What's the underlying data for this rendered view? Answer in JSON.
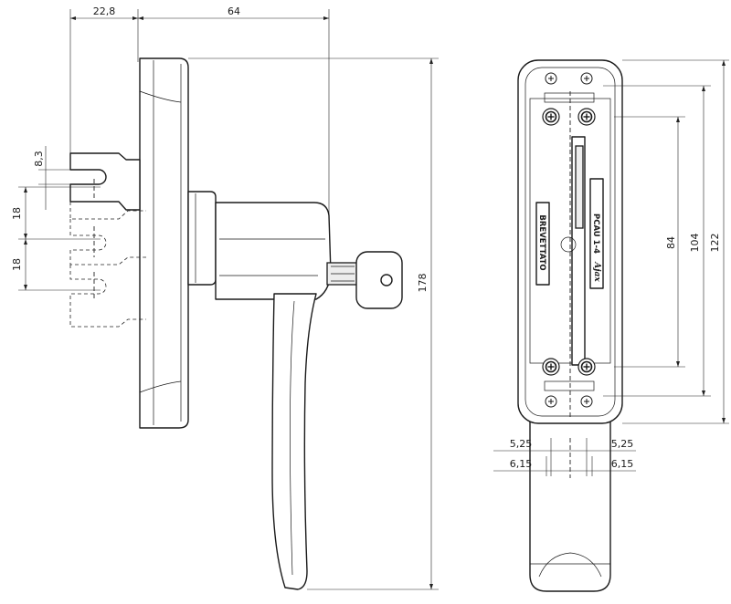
{
  "dimensions": {
    "depth_offset": "22,8",
    "depth": "64",
    "slot_width": "8,3",
    "pitch_upper": "18",
    "pitch_lower": "18",
    "total_height": "178",
    "screw_spacing_inner": "84",
    "screw_spacing_mid": "104",
    "screw_spacing_outer": "122",
    "left_upper": "5,25",
    "right_upper": "5,25",
    "left_lower": "6,15",
    "right_lower": "6,15"
  },
  "plate_labels": {
    "patent": "BREVETTATO",
    "model": "PCAU 1-4",
    "brand": "Ajax"
  }
}
